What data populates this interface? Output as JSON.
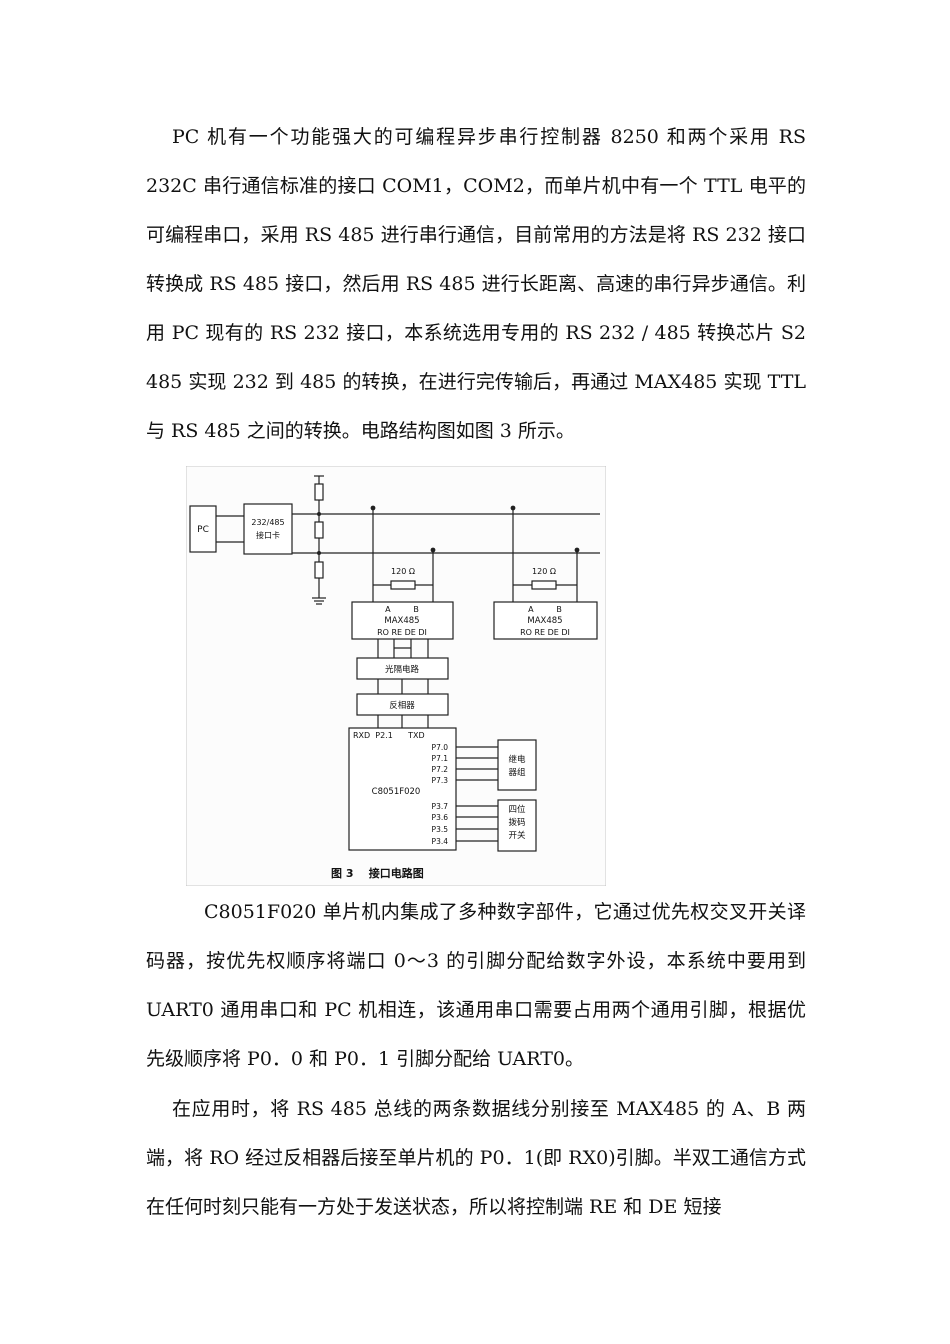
{
  "paragraphs": {
    "p1": "PC 机有一个功能强大的可编程异步串行控制器 8250 和两个采用 RS 232C 串行通信标准的接口 COM1，COM2，而单片机中有一个 TTL 电平的可编程串口，采用 RS 485 进行串行通信，目前常用的方法是将 RS 232 接口转换成 RS 485 接口，然后用 RS 485 进行长距离、高速的串行异步通信。利用 PC 现有的 RS 232 接口，本系统选用专用的 RS 232 / 485 转换芯片 S2 485 实现 232 到 485 的转换，在进行完传输后，再通过 MAX485 实现 TTL 与 RS 485 之间的转换。电路结构图如图 3 所示。",
    "p2": "C8051F020 单片机内集成了多种数字部件，它通过优先权交叉开关译码器，按优先权顺序将端口 0～3 的引脚分配给数字外设，本系统中要用到 UART0 通用串口和 PC 机相连，该通用串口需要占用两个通用引脚，根据优先级顺序将 P0．0 和 P0．1 引脚分配给 UART0。",
    "p3": "在应用时，将 RS 485 总线的两条数据线分别接至 MAX485 的 A、B 两端，将 RO 经过反相器后接至单片机的 P0．1(即 RX0)引脚。半双工通信方式在任何时刻只能有一方处于发送状态，所以将控制端 RE 和 DE 短接"
  },
  "figure": {
    "pc": "PC",
    "converter_line1": "232/485",
    "converter_line2": "接口卡",
    "resistor1": "120 Ω",
    "resistor2": "120 Ω",
    "max1_ab": "A         B",
    "max1_name": "MAX485",
    "max1_pins": "RO RE DE DI",
    "max2_ab": "A         B",
    "max2_name": "MAX485",
    "max2_pins": "RO RE DE DI",
    "optocoupler": "光隔电路",
    "inverter": "反相器",
    "mcu_top": "RXD  P2.1      TXD",
    "mcu_name": "C8051F020",
    "pins_p7": [
      "P7.0",
      "P7.1",
      "P7.2",
      "P7.3"
    ],
    "pins_p3": [
      "P3.7",
      "P3.6",
      "P3.5",
      "P3.4"
    ],
    "relay_line1": "继电",
    "relay_line2": "器组",
    "dip_line1": "四位",
    "dip_line2": "拨码",
    "dip_line3": "开关",
    "caption": "图 3    接口电路图"
  }
}
